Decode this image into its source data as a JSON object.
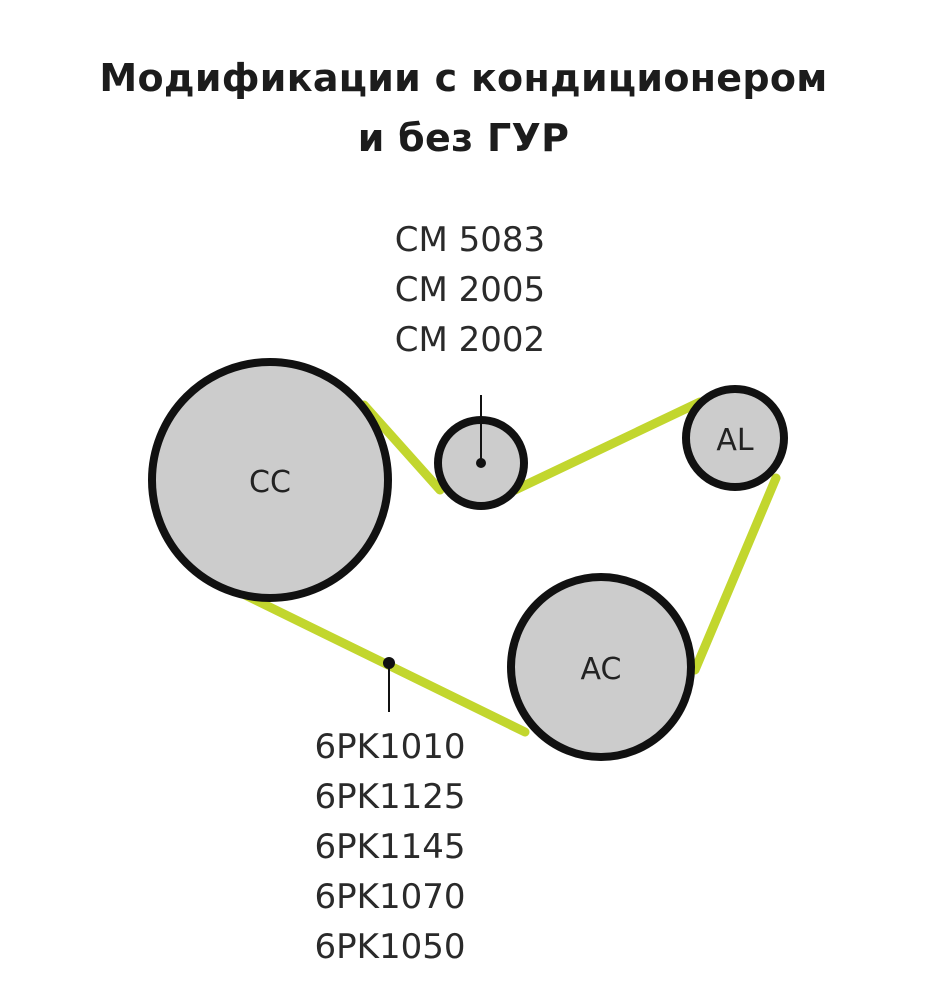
{
  "title": {
    "line1": "Модификации с кондиционером",
    "line2": "и без ГУР"
  },
  "tensioner_parts": [
    "CM 5083",
    "CM 2005",
    "CM 2002"
  ],
  "belt_parts": [
    "6PK1010",
    "6PK1125",
    "6PK1145",
    "6PK1070",
    "6PK1050"
  ],
  "pulleys": {
    "cc": "CC",
    "al": "AL",
    "ac": "AC"
  },
  "colors": {
    "belt": "#c2d62e",
    "pulley_fill": "#cccccc",
    "pulley_stroke": "#111111"
  }
}
